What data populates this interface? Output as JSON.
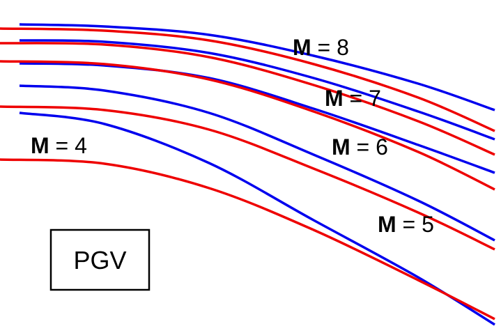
{
  "chart_data": {
    "type": "line",
    "title": "",
    "xlabel": "",
    "ylabel": "",
    "grid": false,
    "box_label": "PGV",
    "colors": {
      "blue": "#0000ee",
      "red": "#ee0000"
    },
    "magnitude_labels": [
      {
        "bold": "M",
        "rest": " = 8"
      },
      {
        "bold": "M",
        "rest": " = 7"
      },
      {
        "bold": "M",
        "rest": " = 6"
      },
      {
        "bold": "M",
        "rest": " = 5"
      },
      {
        "bold": "M",
        "rest": " = 4"
      }
    ],
    "series": [
      {
        "magnitude": 8,
        "color": "blue",
        "x": [
          28,
          150,
          300,
          450,
          600,
          710
        ],
        "y": [
          35,
          38,
          50,
          80,
          120,
          158
        ]
      },
      {
        "magnitude": 8,
        "color": "red",
        "x": [
          0,
          150,
          300,
          450,
          600,
          710
        ],
        "y": [
          41,
          44,
          58,
          92,
          140,
          188
        ]
      },
      {
        "magnitude": 7,
        "color": "blue",
        "x": [
          28,
          150,
          300,
          450,
          600,
          710
        ],
        "y": [
          58,
          60,
          76,
          112,
          160,
          200
        ]
      },
      {
        "magnitude": 7,
        "color": "red",
        "x": [
          0,
          150,
          300,
          450,
          600,
          710
        ],
        "y": [
          62,
          64,
          82,
          122,
          174,
          222
        ]
      },
      {
        "magnitude": 6,
        "color": "blue",
        "x": [
          28,
          150,
          300,
          450,
          600,
          710
        ],
        "y": [
          91,
          94,
          112,
          156,
          208,
          248
        ]
      },
      {
        "magnitude": 6,
        "color": "red",
        "x": [
          0,
          150,
          300,
          450,
          600,
          710
        ],
        "y": [
          88,
          92,
          114,
          160,
          218,
          272
        ]
      },
      {
        "magnitude": 5,
        "color": "blue",
        "x": [
          28,
          150,
          300,
          450,
          600,
          710
        ],
        "y": [
          123,
          130,
          162,
          222,
          288,
          345
        ]
      },
      {
        "magnitude": 5,
        "color": "red",
        "x": [
          0,
          150,
          300,
          450,
          600,
          710
        ],
        "y": [
          153,
          158,
          186,
          242,
          305,
          358
        ]
      },
      {
        "magnitude": 4,
        "color": "blue",
        "x": [
          28,
          150,
          300,
          450,
          600,
          710
        ],
        "y": [
          162,
          178,
          234,
          316,
          398,
          466
        ]
      },
      {
        "magnitude": 4,
        "color": "red",
        "x": [
          0,
          150,
          300,
          450,
          600,
          710
        ],
        "y": [
          229,
          235,
          270,
          330,
          402,
          458
        ]
      }
    ]
  }
}
